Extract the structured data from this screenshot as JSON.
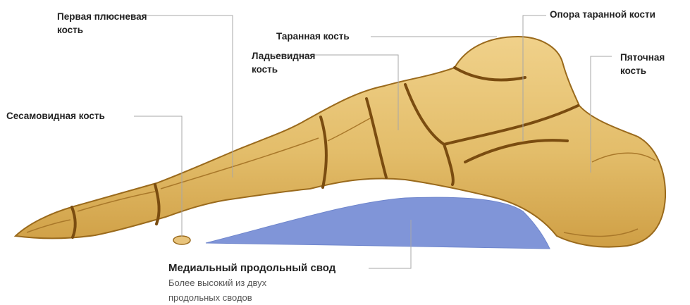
{
  "labels": {
    "first_metatarsal": [
      "Первая плюсневая",
      "кость"
    ],
    "sesamoid": "Сесамовидная кость",
    "talus": "Таранная кость",
    "navicular": [
      "Ладьевидная",
      "кость"
    ],
    "sustentaculum": "Опора таранной кости",
    "calcaneus": [
      "Пяточная",
      "кость"
    ],
    "arch_title": "Медиальный продольный свод",
    "arch_desc": [
      "Более высокий из двух",
      "продольных сводов"
    ]
  },
  "colors": {
    "bone_fill": "#e3bd6a",
    "bone_stroke": "#9a6a1c",
    "joint": "#7a4c10",
    "arch": "#8095d8",
    "leader": "#a7a7a7",
    "text": "#222222"
  }
}
